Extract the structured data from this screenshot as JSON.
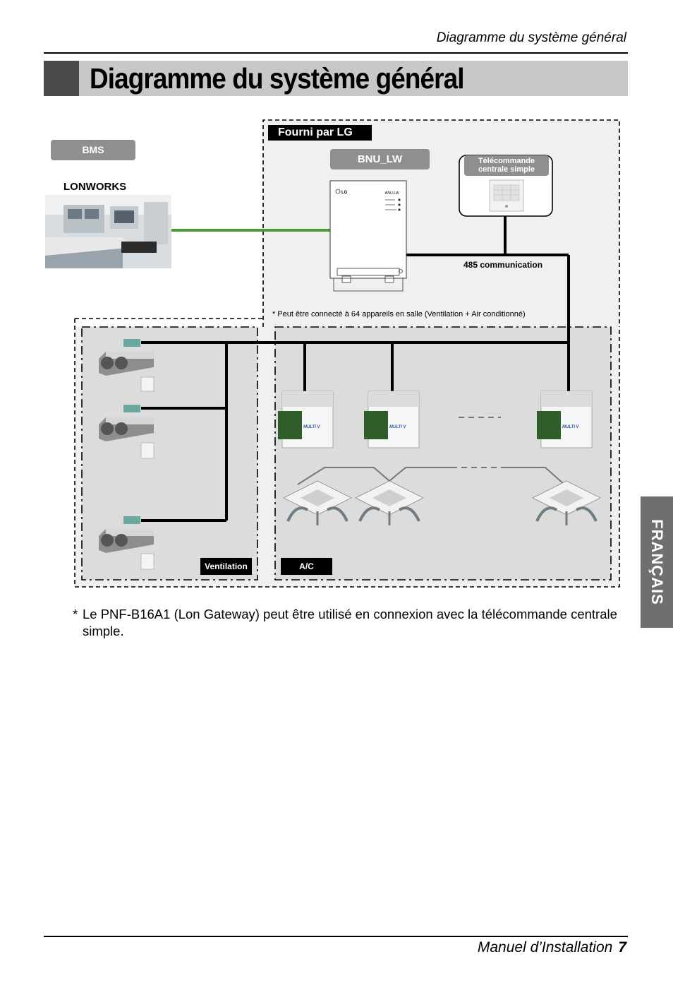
{
  "header": {
    "running_title": "Diagramme du système général",
    "title": "Diagramme du système général"
  },
  "diagram": {
    "supplied_by_label": "Fourni par LG",
    "bms_label": "BMS",
    "lonworks_label": "LONWORKS",
    "gateway_label": "BNU_LW",
    "remote_label_line1": "Télécommande",
    "remote_label_line2": "centrale simple",
    "comm_label": "485 communication",
    "capacity_note": "* Peut être connecté à 64 appareils en salle (Ventilation + Air conditionné)",
    "ventilation_label": "Ventilation",
    "ac_label": "A/C",
    "device_logo": "LG",
    "device_model": "BNU-LW",
    "outdoor_brand": "MULTI V"
  },
  "footnote": {
    "star": "*",
    "text": "Le PNF-B16A1 (Lon Gateway) peut être utilisé en connexion avec la télécommande centrale simple."
  },
  "side_tab": {
    "label": "FRANÇAIS"
  },
  "footer": {
    "manual": "Manuel d’Installation",
    "page": "7"
  },
  "colors": {
    "title_bar": "#c8c8c8",
    "title_block": "#4a4a4a",
    "lon_line": "#4a9a3a",
    "tab": "#6f6f6f",
    "label_pill": "#8f8f8f"
  }
}
